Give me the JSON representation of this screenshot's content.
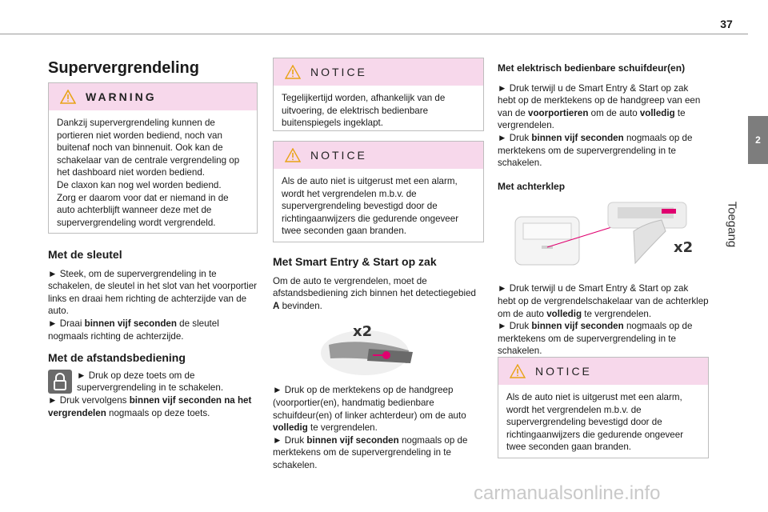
{
  "page_number": "37",
  "side_tab": {
    "number": "2",
    "label": "Toegang"
  },
  "title": "Supervergrendeling",
  "warning": {
    "header": "WARNING",
    "text": "Dankzij supervergrendeling kunnen de portieren niet worden bediend, noch van buitenaf noch van binnenuit. Ook kan de schakelaar van de centrale vergrendeling op het dashboard niet worden bediend.",
    "line2": "De claxon kan nog wel worden bediend.",
    "line3": "Zorg er daarom voor dat er niemand in de auto achterblijft wanneer deze met de supervergrendeling wordt vergrendeld."
  },
  "key_section": {
    "heading": "Met de sleutel",
    "p1": "► Steek, om de supervergrendeling in te schakelen, de sleutel in het slot van het voorportier links en draai hem richting de achterzijde van de auto.",
    "p2_a": "► Draai ",
    "p2_b": "binnen vijf seconden",
    "p2_c": " de sleutel nogmaals richting de achterzijde."
  },
  "remote_section": {
    "heading": "Met de afstandsbediening",
    "p1": "► Druk op deze toets om de supervergrendeling in te schakelen.",
    "p2_a": "► Druk vervolgens ",
    "p2_b": "binnen vijf seconden na het vergrendelen",
    "p2_c": " nogmaals op deze toets."
  },
  "notice1": {
    "header": "NOTICE",
    "text": "Tegelijkertijd worden, afhankelijk van de uitvoering, de elektrisch bedienbare buitenspiegels ingeklapt."
  },
  "notice2": {
    "header": "NOTICE",
    "text": "Als de auto niet is uitgerust met een alarm, wordt het vergrendelen m.b.v. de supervergrendeling bevestigd door de richtingaanwijzers die gedurende ongeveer twee seconden gaan branden."
  },
  "smart_entry": {
    "heading": "Met Smart Entry & Start op zak",
    "p1_a": "Om de auto te vergrendelen, moet de afstandsbediening zich binnen het detectiegebied ",
    "p1_b": "A",
    "p1_c": " bevinden.",
    "img_label": "x2",
    "p2_a": "► Druk op de merktekens op de handgreep (voorportier(en), handmatig bedienbare schuifdeur(en) of linker achterdeur) om de auto ",
    "p2_b": "volledig",
    "p2_c": " te vergrendelen.",
    "p3_a": "► Druk ",
    "p3_b": "binnen vijf seconden",
    "p3_c": " nogmaals op de merktekens om de supervergrendeling in te schakelen."
  },
  "sliding_door": {
    "heading": "Met elektrisch bedienbare schuifdeur(en)",
    "p1_a": "► Druk terwijl u de Smart Entry & Start op zak hebt op de merktekens op de handgreep van een van de ",
    "p1_b": "voorportieren",
    "p1_c": " om de auto ",
    "p1_d": "volledig",
    "p1_e": " te vergrendelen.",
    "p2_a": "► Druk ",
    "p2_b": "binnen vijf seconden",
    "p2_c": " nogmaals op de merktekens om de supervergrendeling in te schakelen."
  },
  "tailgate": {
    "heading": "Met achterklep",
    "img_label": "x2",
    "p1_a": "► Druk terwijl u de Smart Entry & Start op zak hebt op de vergrendelschakelaar van de achterklep om de auto ",
    "p1_b": "volledig",
    "p1_c": " te vergrendelen.",
    "p2_a": "► Druk ",
    "p2_b": "binnen vijf seconden",
    "p2_c": " nogmaals op de merktekens om de supervergrendeling in te schakelen."
  },
  "notice3": {
    "header": "NOTICE",
    "text": "Als de auto niet is uitgerust met een alarm, wordt het vergrendelen m.b.v. de supervergrendeling bevestigd door de richtingaanwijzers die gedurende ongeveer twee seconden gaan branden."
  },
  "watermark": "carmanualsonline.info",
  "colors": {
    "box_header": "#f7d8eb",
    "accent": "#e0006f",
    "tab": "#7d7d7d"
  }
}
